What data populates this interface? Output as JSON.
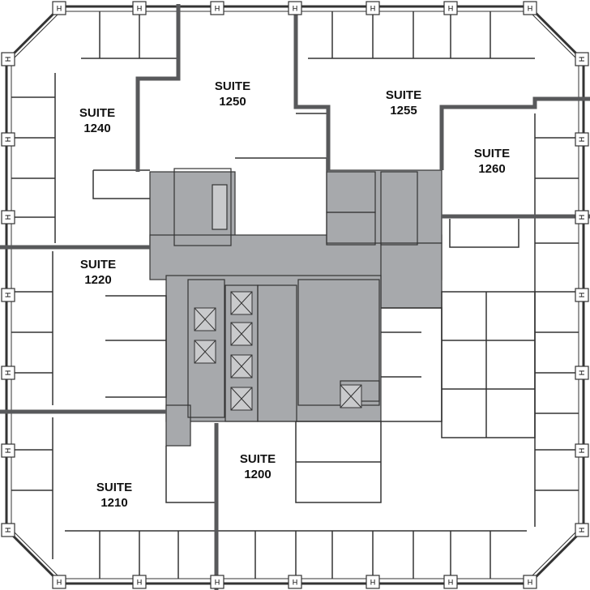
{
  "suites": [
    {
      "word": "SUITE",
      "number": "1250"
    },
    {
      "word": "SUITE",
      "number": "1255"
    },
    {
      "word": "SUITE",
      "number": "1240"
    },
    {
      "word": "SUITE",
      "number": "1260"
    },
    {
      "word": "SUITE",
      "number": "1220"
    },
    {
      "word": "SUITE",
      "number": "1200"
    },
    {
      "word": "SUITE",
      "number": "1210"
    }
  ],
  "marker_label": "H",
  "colors": {
    "core": "#a7a9ac",
    "suite_wall": "#58595b",
    "wall": "#333333",
    "glass": "#8fb9c4"
  }
}
